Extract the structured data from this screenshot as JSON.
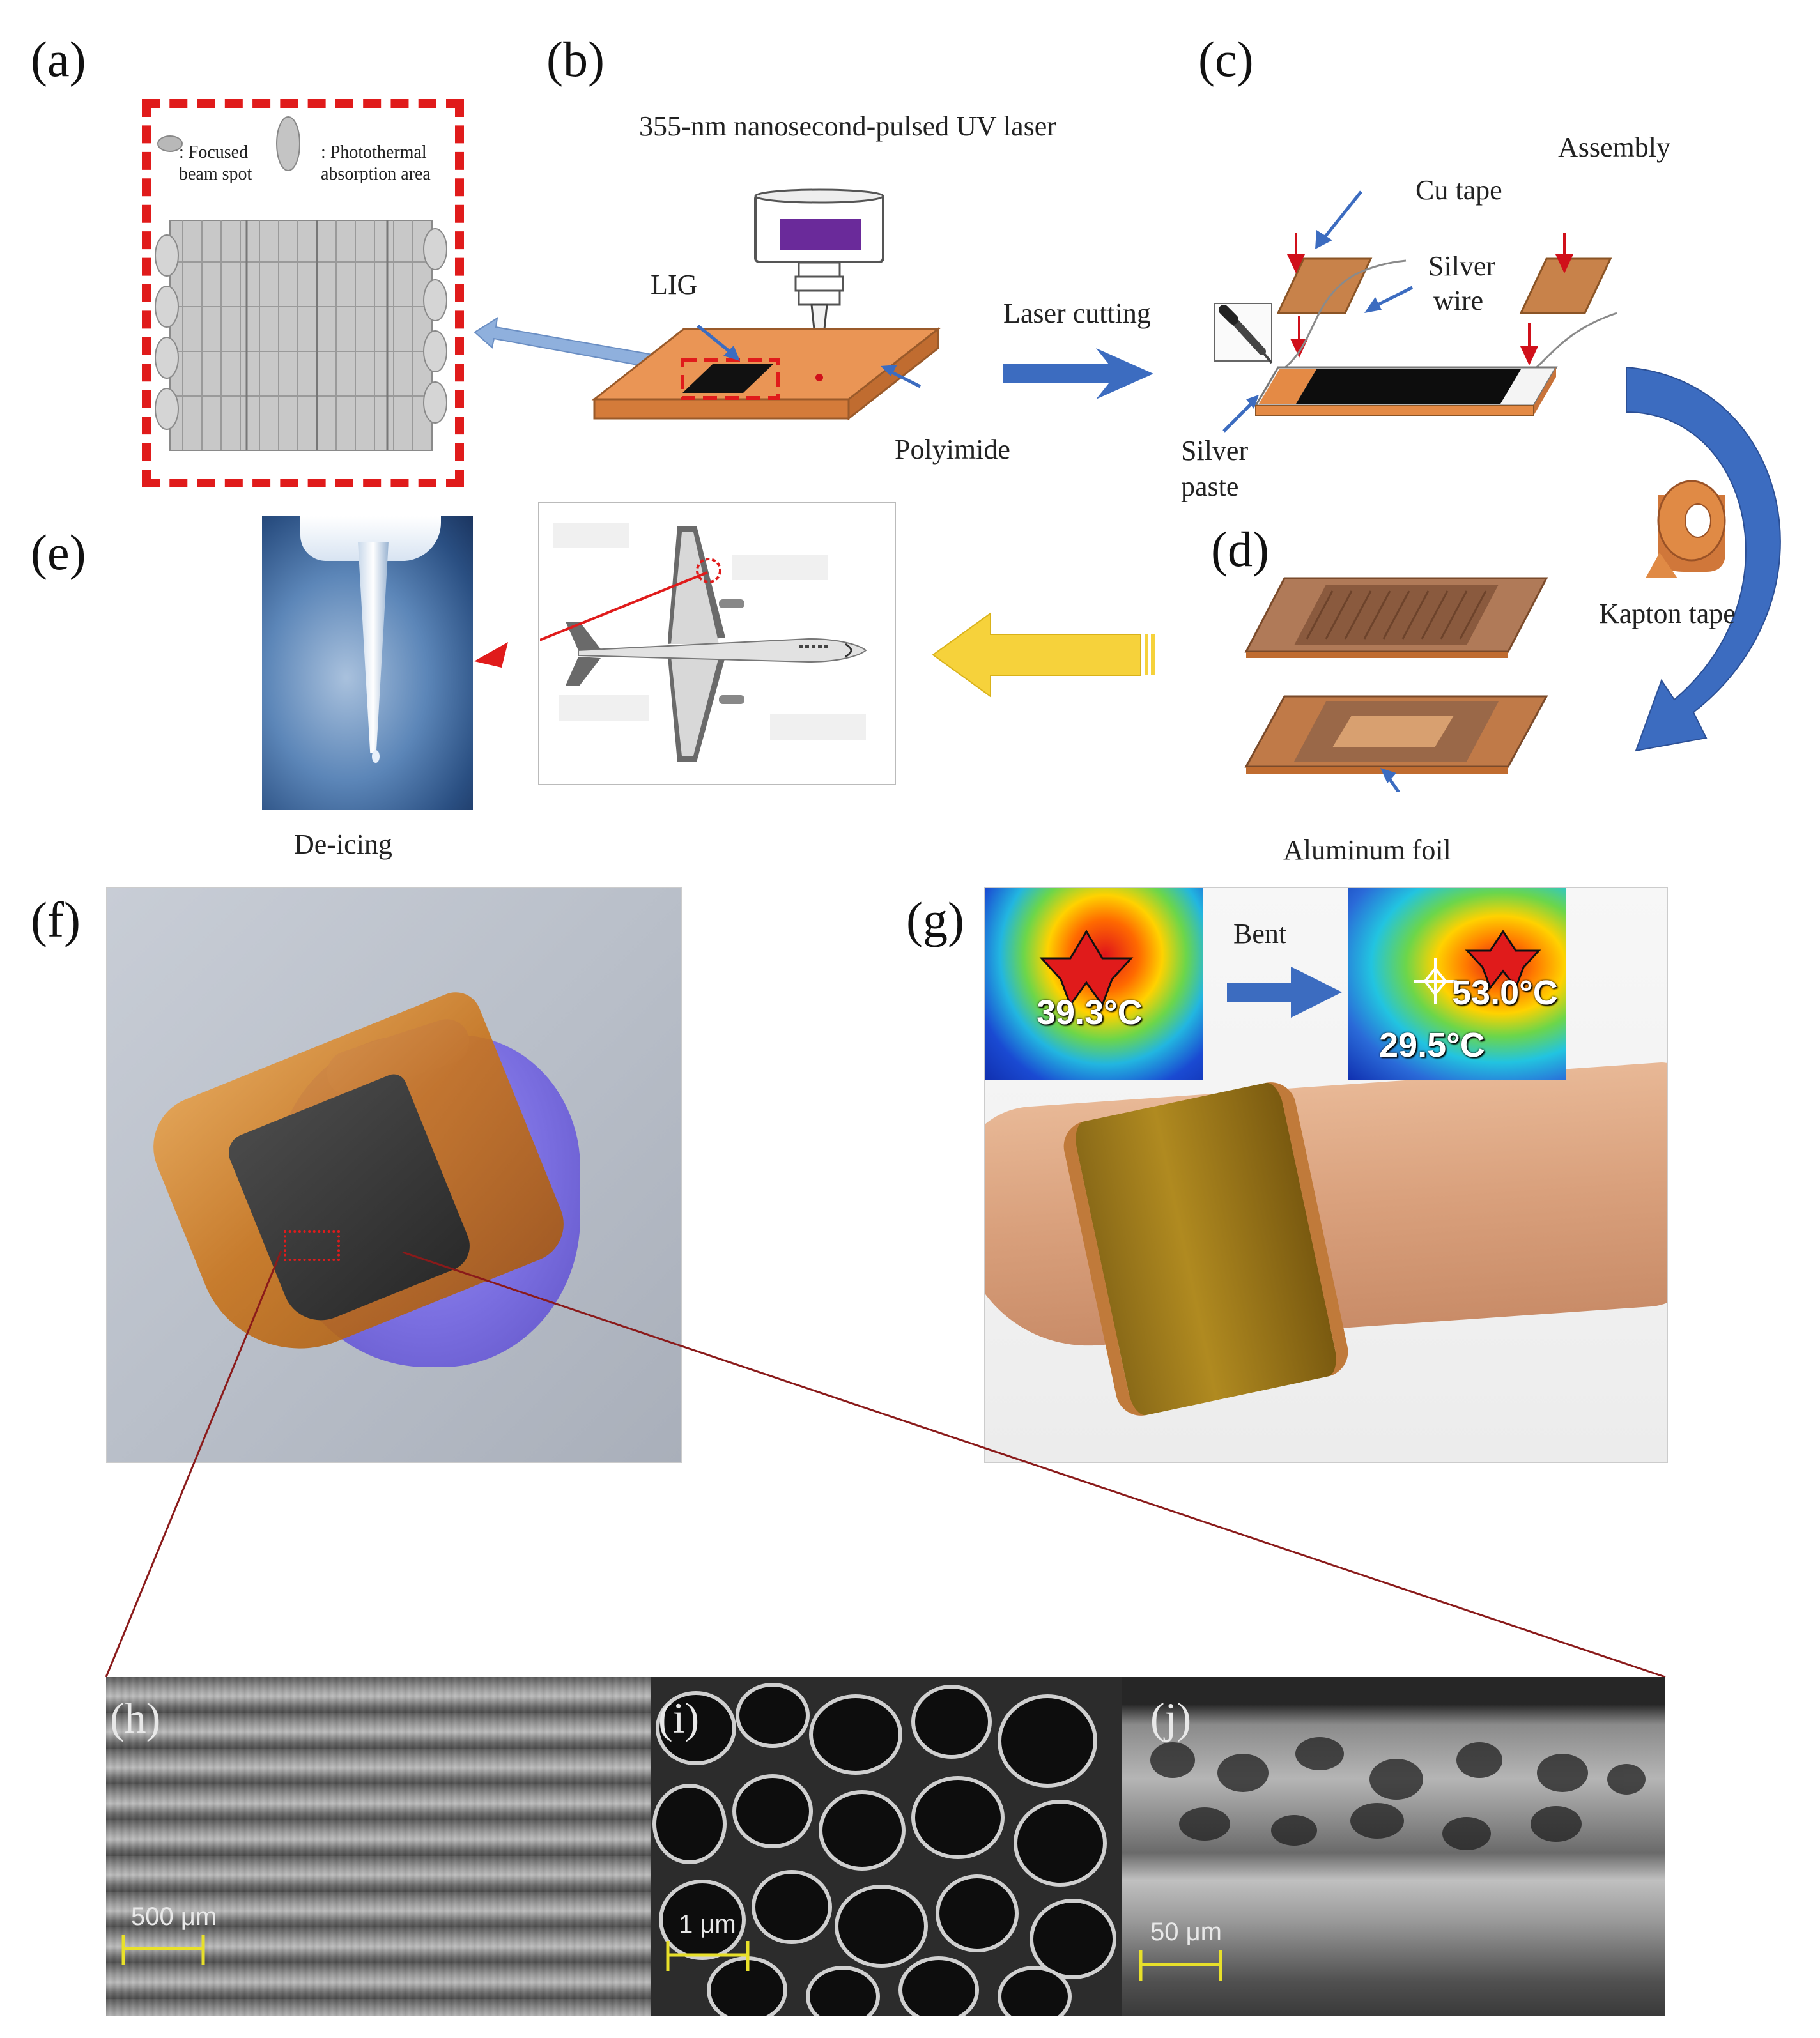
{
  "panels": {
    "a": {
      "label": "(a)",
      "legend_focused": ": Focused beam spot",
      "legend_focused_l1": ": Focused",
      "legend_focused_l2": "beam spot",
      "legend_photo_l1": ": Photothermal",
      "legend_photo_l2": "absorption area"
    },
    "b": {
      "label": "(b)",
      "laser": "355-nm nanosecond-pulsed UV laser",
      "lig": "LIG",
      "polyimide": "Polyimide"
    },
    "laser_cutting": "Laser cutting",
    "c": {
      "label": "(c)",
      "assembly": "Assembly",
      "cu_tape": "Cu tape",
      "silver_wire_l1": "Silver",
      "silver_wire_l2": "wire",
      "silver_paste_l1": "Silver",
      "silver_paste_l2": "paste"
    },
    "kapton": "Kapton tape",
    "d": {
      "label": "(d)",
      "aluminum": "Aluminum foil"
    },
    "e": {
      "label": "(e)",
      "caption": "De-icing"
    },
    "f": {
      "label": "(f)"
    },
    "g": {
      "label": "(g)",
      "bent": "Bent",
      "temp_flat": "39.3°C",
      "temp_bent_hot": "53.0°C",
      "temp_bent_cold": "29.5°C"
    },
    "h": {
      "label": "(h)",
      "scale": "500 μm"
    },
    "i": {
      "label": "(i)",
      "scale": "1 μm"
    },
    "j": {
      "label": "(j)",
      "scale": "50 μm"
    }
  },
  "colors": {
    "dashed_box": "#e01b1b",
    "flow_arrow": "#3c6cc0",
    "yellow_arrow": "#f6d23b",
    "polyimide": "#e8924f",
    "scale_bar": "#e8e02a"
  }
}
